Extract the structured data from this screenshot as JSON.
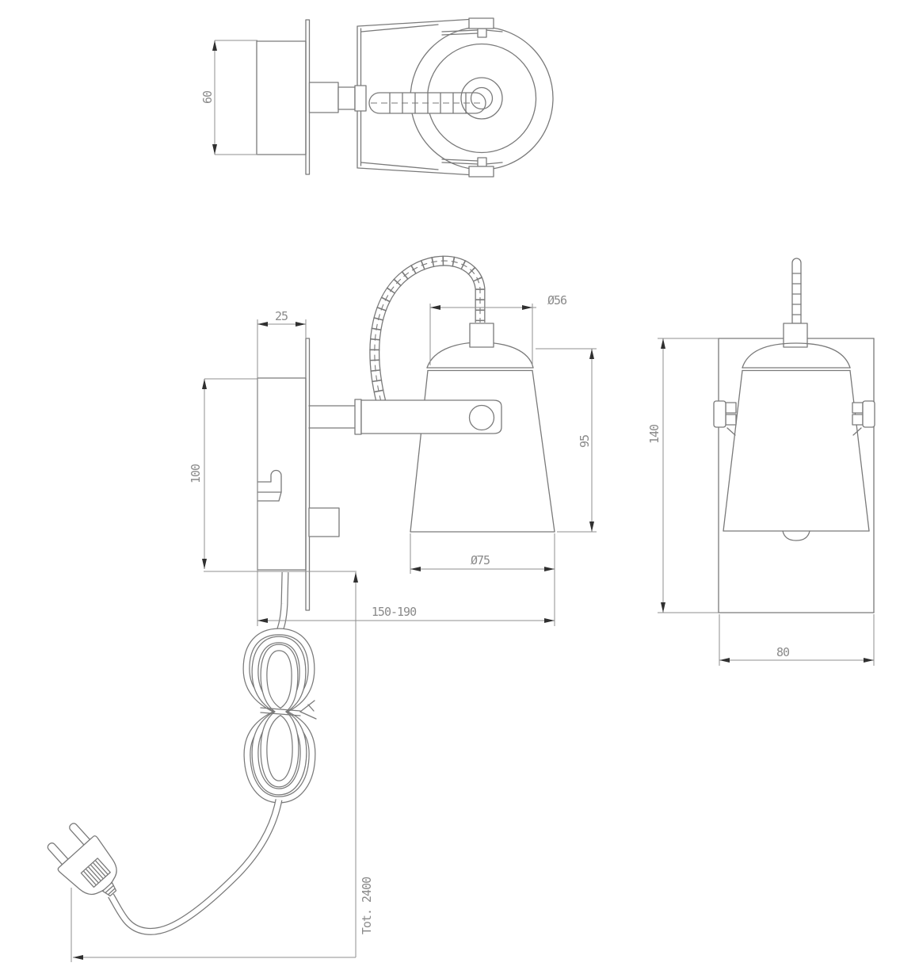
{
  "drawing": {
    "type": "technical-dimension-drawing",
    "colors": {
      "background": "#ffffff",
      "geometry_line": "#7a7a7a",
      "dimension_line": "#8f8f8f",
      "arrowhead": "#303030",
      "dimension_text": "#8a8a8a"
    },
    "views": {
      "top": {
        "bracket_depth": "60"
      },
      "side": {
        "plate_thickness": "25",
        "plate_height": "100",
        "shade_top_diameter": "Ø56",
        "shade_height": "95",
        "shade_bottom_diameter": "Ø75",
        "projection_range": "150-190",
        "cable_total_length": "Tot. 2400"
      },
      "front": {
        "overall_height": "140",
        "overall_width": "80"
      }
    }
  }
}
